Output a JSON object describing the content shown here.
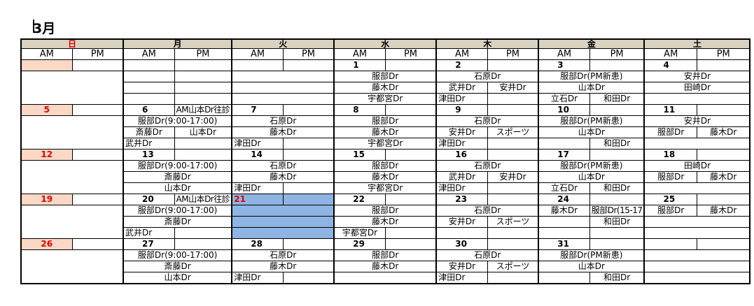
{
  "title": "3月",
  "weekdays": [
    "日",
    "月",
    "火",
    "水",
    "木",
    "金",
    "土"
  ],
  "am": "AM",
  "pm": "PM",
  "weeks": [
    {
      "dates": [
        "",
        "",
        "",
        "1",
        "2",
        "3",
        "4"
      ],
      "rows": [
        [
          [
            ""
          ],
          [
            "",
            ""
          ],
          [
            ""
          ],
          [
            "服部Dr"
          ],
          [
            "石原Dr"
          ],
          [
            "服部Dr(PM新患)"
          ],
          [
            "安井Dr"
          ]
        ],
        [
          [
            ""
          ],
          [
            "",
            ""
          ],
          [
            ""
          ],
          [
            "藤木Dr"
          ],
          [
            "武井Dr",
            "安井Dr"
          ],
          [
            "山本Dr"
          ],
          [
            "田崎Dr"
          ]
        ],
        [
          [
            ""
          ],
          [
            "",
            ""
          ],
          [
            ""
          ],
          [
            "宇都宮Dr"
          ],
          [
            "津田Dr",
            ""
          ],
          [
            "立石Dr",
            "和田Dr"
          ],
          [
            ""
          ]
        ]
      ],
      "date_notes": [
        "",
        "",
        "",
        "",
        "",
        "",
        ""
      ]
    },
    {
      "dates": [
        "5",
        "6",
        "7",
        "8",
        "9",
        "10",
        "11"
      ],
      "date_notes": [
        "",
        "AM山本Dr往診",
        "",
        "",
        "",
        "",
        ""
      ],
      "rows": [
        [
          [
            ""
          ],
          [
            "服部Dr(9:00-17:00)"
          ],
          [
            "石原Dr"
          ],
          [
            "服部Dr"
          ],
          [
            "石原Dr"
          ],
          [
            "服部Dr(PM新患)"
          ],
          [
            "安井Dr"
          ]
        ],
        [
          [
            ""
          ],
          [
            "斎藤Dr",
            "山本Dr"
          ],
          [
            "藤木Dr"
          ],
          [
            "藤木Dr"
          ],
          [
            "安井Dr",
            "スポーツ"
          ],
          [
            "山本Dr"
          ],
          [
            "服部Dr",
            "藤木Dr"
          ]
        ],
        [
          [
            ""
          ],
          [
            "武井Dr",
            ""
          ],
          [
            "津田Dr",
            ""
          ],
          [
            "宇都宮Dr"
          ],
          [
            "津田Dr",
            ""
          ],
          [
            "",
            "和田Dr"
          ],
          [
            ""
          ]
        ]
      ]
    },
    {
      "dates": [
        "12",
        "13",
        "14",
        "15",
        "16",
        "17",
        "18"
      ],
      "date_notes": [
        "",
        "",
        "",
        "",
        "",
        "",
        ""
      ],
      "rows": [
        [
          [
            ""
          ],
          [
            "服部Dr(9:00-17:00)"
          ],
          [
            "石原Dr"
          ],
          [
            "服部Dr"
          ],
          [
            "石原Dr"
          ],
          [
            "服部Dr(PM新患)"
          ],
          [
            "田崎Dr"
          ]
        ],
        [
          [
            ""
          ],
          [
            "斎藤Dr"
          ],
          [
            "藤木Dr"
          ],
          [
            "藤木Dr"
          ],
          [
            "武井Dr",
            "安井Dr"
          ],
          [
            "山本Dr"
          ],
          [
            "服部Dr",
            "藤木Dr"
          ]
        ],
        [
          [
            ""
          ],
          [
            "山本Dr"
          ],
          [
            "津田Dr",
            ""
          ],
          [
            "宇都宮Dr"
          ],
          [
            "津田Dr",
            ""
          ],
          [
            "立石Dr",
            "和田Dr"
          ],
          [
            ""
          ]
        ]
      ]
    },
    {
      "dates": [
        "19",
        "20",
        "21",
        "22",
        "23",
        "24",
        "25"
      ],
      "date_notes": [
        "",
        "AM山本Dr往診",
        "",
        "",
        "",
        "",
        ""
      ],
      "rows": [
        [
          [
            ""
          ],
          [
            "服部Dr(9:00-17:00)"
          ],
          [
            ""
          ],
          [
            "服部Dr"
          ],
          [
            "石原Dr"
          ],
          [
            "藤木Dr",
            "服部Dr(15-17"
          ],
          [
            "服部Dr",
            "藤木Dr"
          ]
        ],
        [
          [
            ""
          ],
          [
            "斎藤Dr"
          ],
          [
            ""
          ],
          [
            "藤木Dr"
          ],
          [
            "安井Dr",
            "スポーツ"
          ],
          [
            "",
            "和田Dr"
          ],
          [
            ""
          ]
        ],
        [
          [
            ""
          ],
          [
            "武井Dr",
            ""
          ],
          [
            ""
          ],
          [
            "宇都宮Dr",
            ""
          ],
          [
            "",
            ""
          ],
          [
            "",
            ""
          ],
          [
            ""
          ]
        ]
      ]
    },
    {
      "dates": [
        "26",
        "27",
        "28",
        "29",
        "30",
        "31",
        ""
      ],
      "date_notes": [
        "",
        "",
        "",
        "",
        "",
        "",
        ""
      ],
      "rows": [
        [
          [
            ""
          ],
          [
            "服部Dr(9:00-17:00)"
          ],
          [
            "石原Dr"
          ],
          [
            "服部Dr"
          ],
          [
            "石原Dr"
          ],
          [
            "服部Dr(PM新患)"
          ],
          [
            ""
          ]
        ],
        [
          [
            ""
          ],
          [
            "斎藤Dr"
          ],
          [
            "藤木Dr"
          ],
          [
            "藤木Dr"
          ],
          [
            "安井Dr",
            "スポーツ"
          ],
          [
            "山本Dr"
          ],
          [
            ""
          ]
        ],
        [
          [
            ""
          ],
          [
            "山本Dr"
          ],
          [
            "津田Dr",
            ""
          ],
          [
            ""
          ],
          [
            "津田Dr",
            ""
          ],
          [
            "",
            "和田Dr"
          ],
          [
            ""
          ]
        ]
      ]
    }
  ]
}
